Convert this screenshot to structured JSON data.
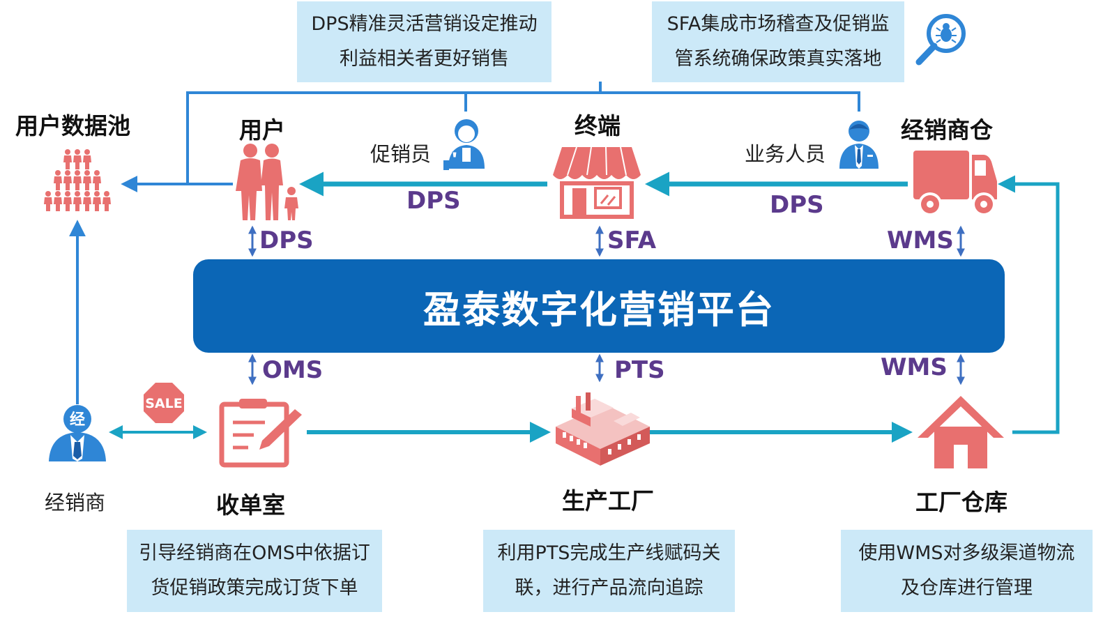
{
  "notes": {
    "top_left": [
      "DPS精准灵活营销设定推动",
      "利益相关者更好销售"
    ],
    "top_right": [
      "SFA集成市场稽查及促销监",
      "管系统确保政策真实落地"
    ],
    "bottom_left": [
      "引导经销商在OMS中依据订",
      "货促销政策完成订货下单"
    ],
    "bottom_mid": [
      "利用PTS完成生产线赋码关",
      "联，进行产品流向追踪"
    ],
    "bottom_right": [
      "使用WMS对多级渠道物流",
      "及仓库进行管理"
    ]
  },
  "nodes": {
    "user_pool": "用户数据池",
    "user": "用户",
    "terminal": "终端",
    "dealer_warehouse": "经销商仓",
    "promoter": "促销员",
    "salesperson": "业务人员",
    "dealer": "经销商",
    "order_room": "收单室",
    "factory": "生产工厂",
    "factory_warehouse": "工厂仓库"
  },
  "badges": {
    "sale": "SALE",
    "dealer_avatar": "经"
  },
  "systems": {
    "dps_top_left": "DPS",
    "dps_top_right": "DPS",
    "dps_user": "DPS",
    "sfa": "SFA",
    "wms_top": "WMS",
    "oms": "OMS",
    "pts": "PTS",
    "wms_bottom": "WMS"
  },
  "platform": "盈泰数字化营销平台",
  "colors": {
    "platform": "#0b66b6",
    "note_bg": "#cce9f8",
    "flow_arrow": "#1aa3c4",
    "feedback_line": "#2f86d6",
    "icon_red": "#e8706f",
    "system_label": "#5b3a8c",
    "person_blue": "#2f86d6"
  },
  "icons": [
    "bug-magnifier-icon",
    "crowd-icon",
    "family-icon",
    "store-icon",
    "truck-icon",
    "promoter-icon",
    "businessman-icon",
    "dealer-icon",
    "sale-tag-icon",
    "clipboard-icon",
    "factory-icon",
    "house-icon"
  ]
}
